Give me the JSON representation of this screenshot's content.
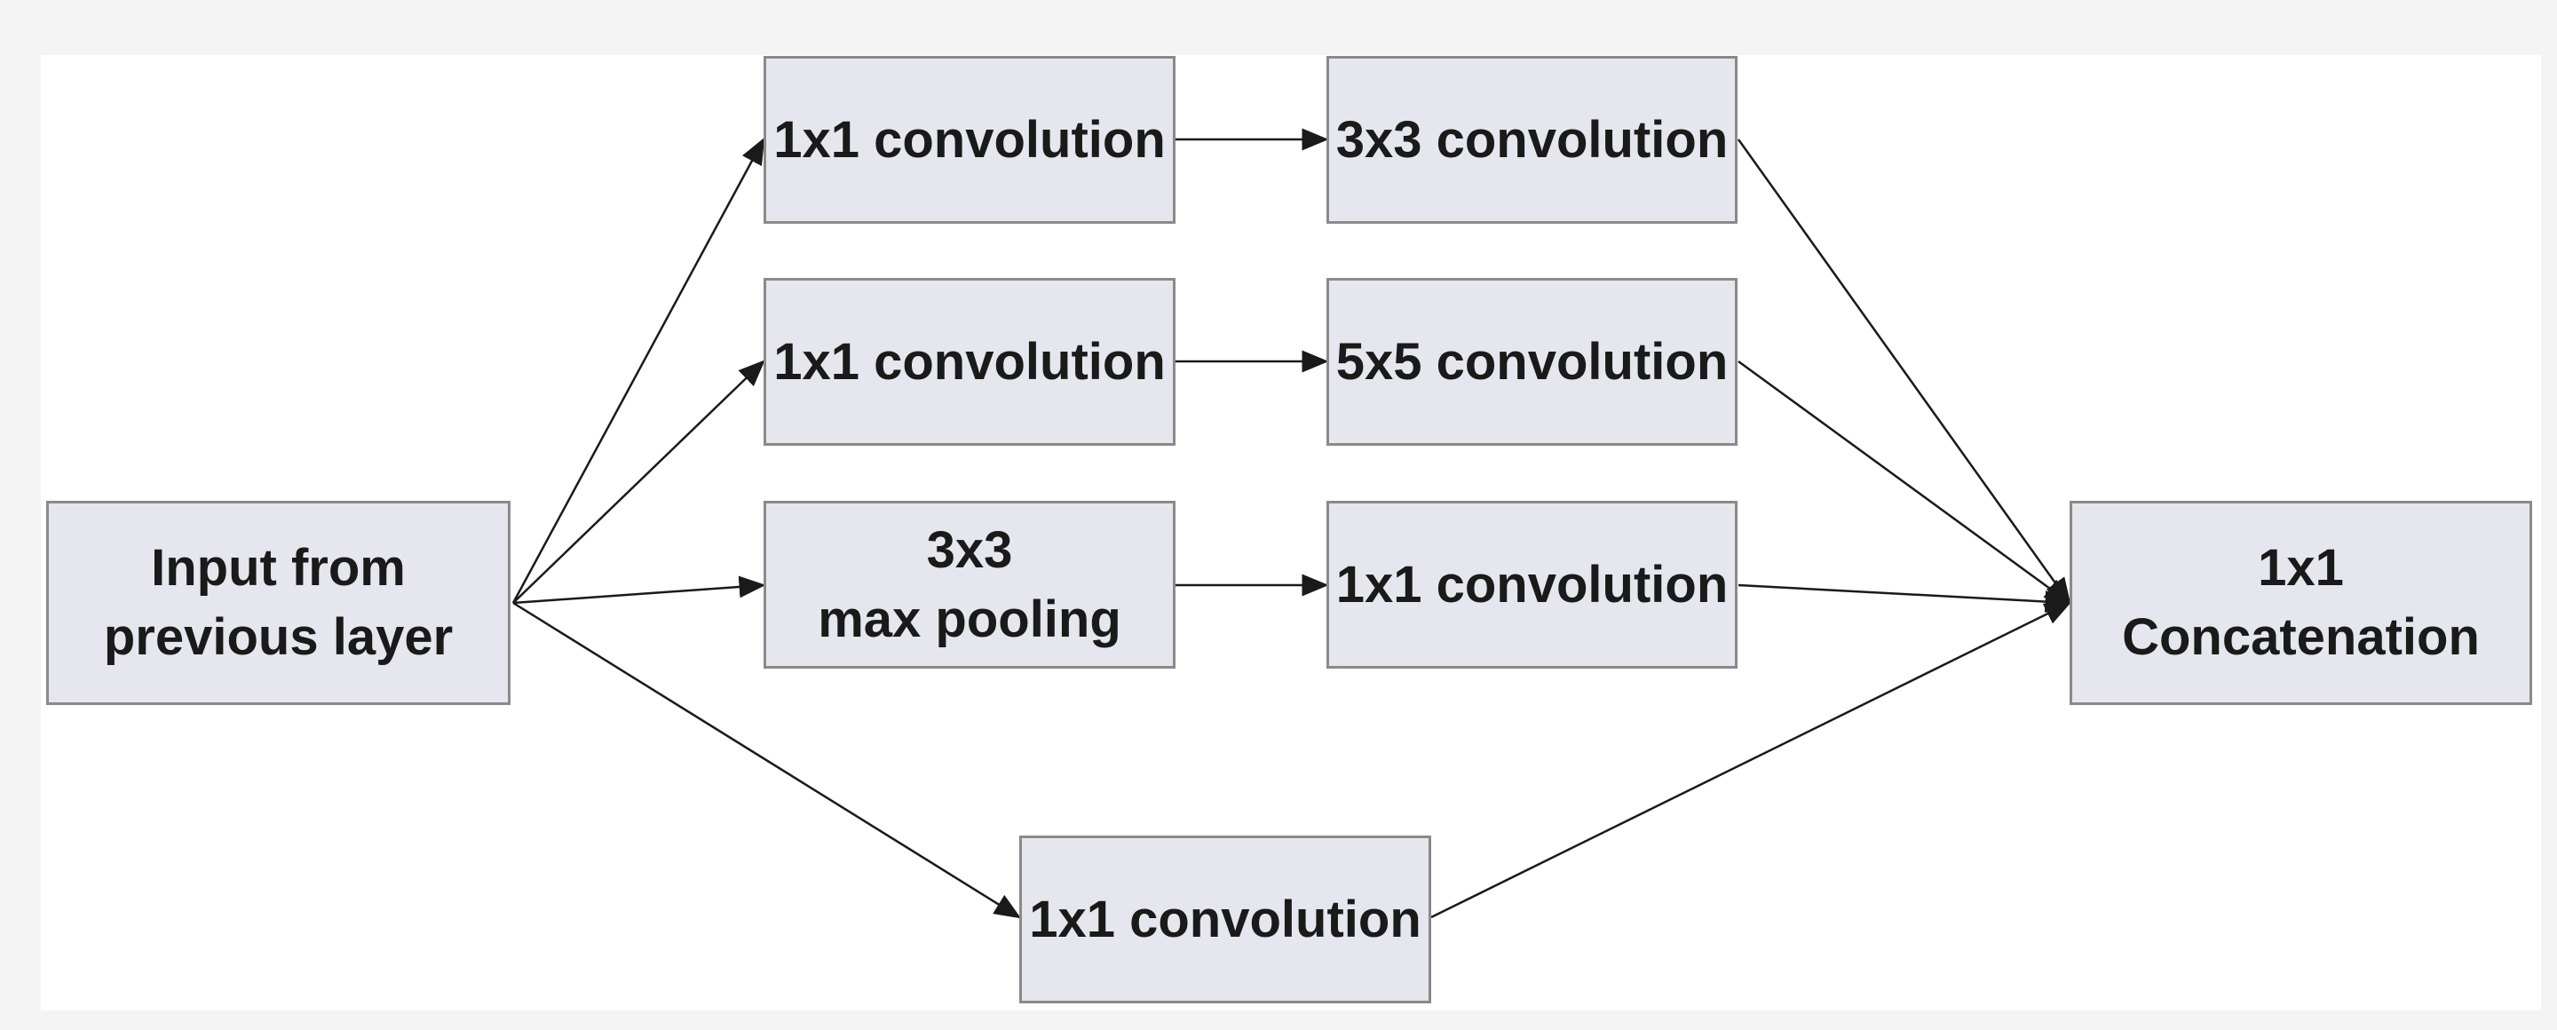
{
  "diagram": {
    "colors": {
      "node_fill": "#e6e6ee",
      "node_border": "#8a8a8a",
      "text": "#1a1a1a",
      "edge": "#1a1a1a",
      "background": "#ffffff"
    },
    "nodes": {
      "input": {
        "line1": "Input from",
        "line2": "previous layer"
      },
      "conv1x1_a": {
        "label": "1x1 convolution"
      },
      "conv1x1_b": {
        "label": "1x1 convolution"
      },
      "maxpool": {
        "line1": "3x3",
        "line2": "max pooling"
      },
      "conv1x1_d": {
        "label": "1x1 convolution"
      },
      "conv3x3": {
        "label": "3x3 convolution"
      },
      "conv5x5": {
        "label": "5x5 convolution"
      },
      "conv1x1_c": {
        "label": "1x1 convolution"
      },
      "concat": {
        "line1": "1x1",
        "line2": "Concatenation"
      }
    },
    "edges": [
      {
        "from": "input",
        "to": "conv1x1_a"
      },
      {
        "from": "input",
        "to": "conv1x1_b"
      },
      {
        "from": "input",
        "to": "maxpool"
      },
      {
        "from": "input",
        "to": "conv1x1_d"
      },
      {
        "from": "conv1x1_a",
        "to": "conv3x3"
      },
      {
        "from": "conv1x1_b",
        "to": "conv5x5"
      },
      {
        "from": "maxpool",
        "to": "conv1x1_c"
      },
      {
        "from": "conv3x3",
        "to": "concat"
      },
      {
        "from": "conv5x5",
        "to": "concat"
      },
      {
        "from": "conv1x1_c",
        "to": "concat"
      },
      {
        "from": "conv1x1_d",
        "to": "concat"
      }
    ]
  }
}
